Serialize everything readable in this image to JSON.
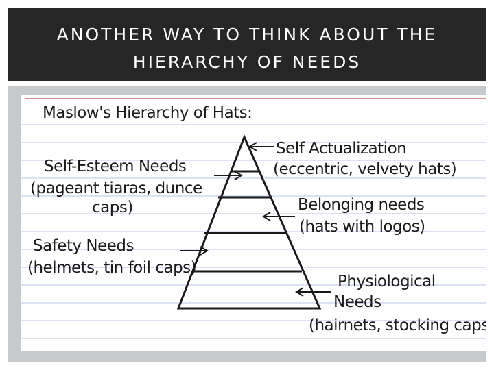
{
  "slide": {
    "title_line_1": "ANOTHER WAY TO THINK ABOUT THE",
    "title_line_2": "HIERARCHY OF NEEDS"
  },
  "card": {
    "heading": "Maslow's Hierarchy of Hats:",
    "labels": {
      "self_actualization": [
        "Self Actualization",
        "(eccentric, velvety hats)"
      ],
      "self_esteem": [
        "Self-Esteem Needs",
        "(pageant tiaras, dunce",
        "caps)"
      ],
      "belonging": [
        "Belonging needs",
        "(hats with logos)"
      ],
      "safety": [
        "Safety Needs",
        "(helmets, tin foil caps)"
      ],
      "physiological": [
        "Physiological",
        "Needs",
        "(hairnets, stocking caps)"
      ]
    }
  },
  "colors": {
    "title_bar": "#262626",
    "frame": "#c7cacc",
    "ruled_line": "#b9c6e8",
    "margin_line": "#d98a8a",
    "ink": "#1a1a1a"
  }
}
